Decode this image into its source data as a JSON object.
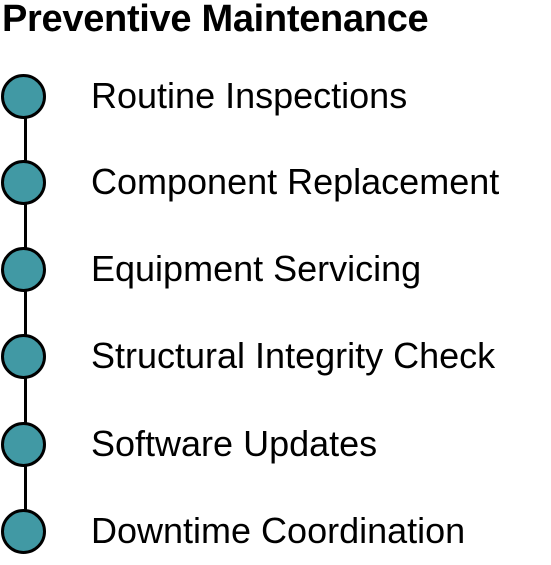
{
  "title": "Preventive Maintenance",
  "colors": {
    "node_fill": "#4199a4",
    "node_stroke": "#000000",
    "connector": "#000000",
    "text": "#000000"
  },
  "steps": [
    {
      "label": "Routine Inspections"
    },
    {
      "label": "Component Replacement"
    },
    {
      "label": "Equipment Servicing"
    },
    {
      "label": "Structural Integrity Check"
    },
    {
      "label": "Software Updates"
    },
    {
      "label": "Downtime Coordination"
    }
  ]
}
